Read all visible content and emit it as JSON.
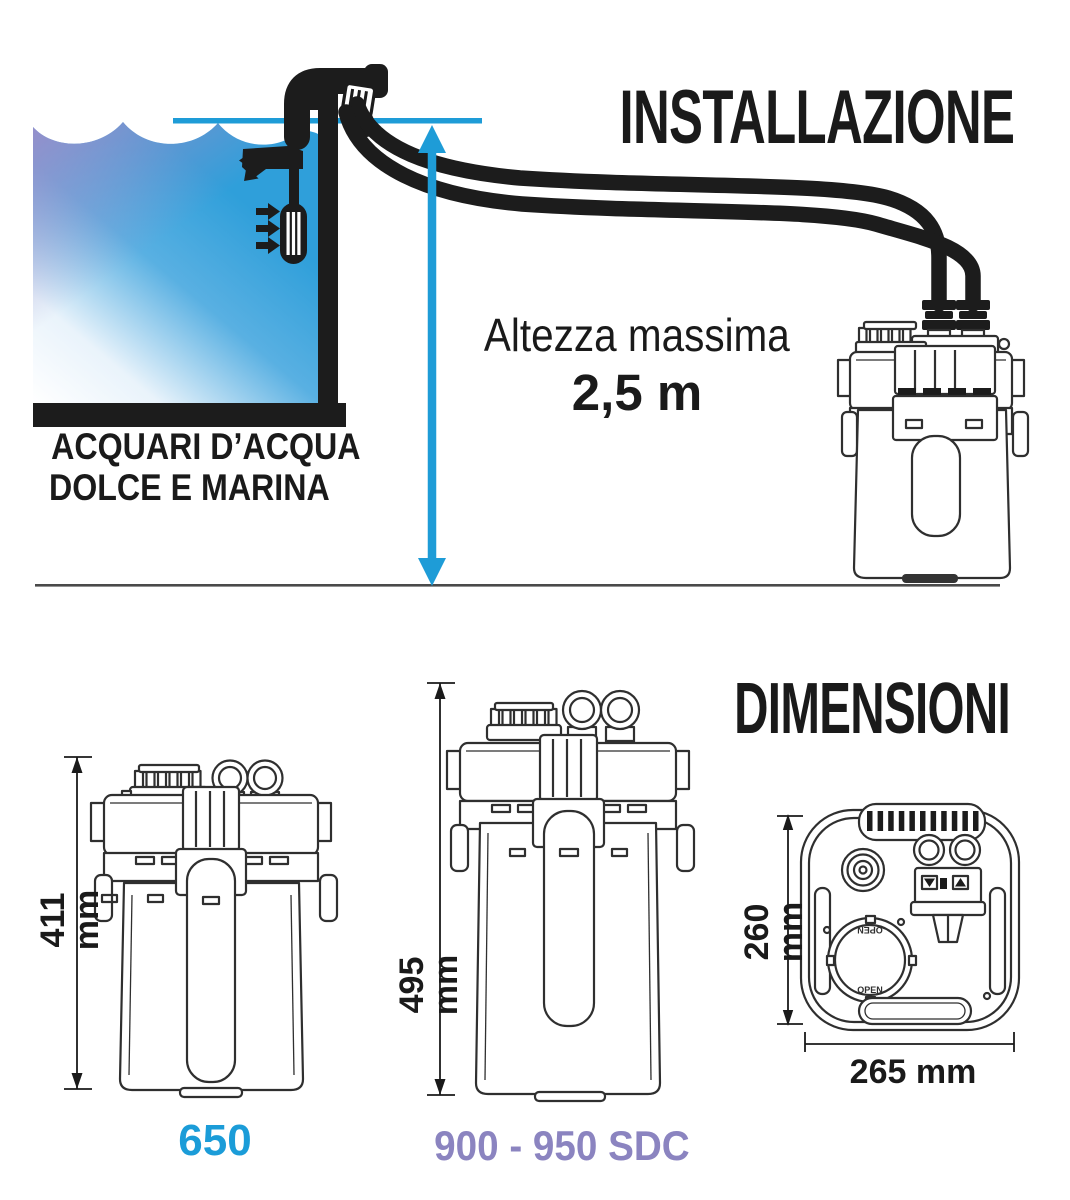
{
  "installation": {
    "title": "INSTALLAZIONE",
    "max_height_label": "Altezza massima",
    "max_height_value": "2,5 m",
    "aquarium_caption_line1": "ACQUARI D’ACQUA",
    "aquarium_caption_line2": "DOLCE E MARINA"
  },
  "dimensions": {
    "title": "DIMENSIONI",
    "front_views": [
      {
        "model": "650",
        "height_label": "411 mm"
      },
      {
        "model": "900 - 950 SDC",
        "height_label": "495 mm"
      }
    ],
    "top_view": {
      "height_label": "260 mm",
      "width_label": "265 mm",
      "lid_text": "OPEN"
    }
  },
  "colors": {
    "accent-blue": "#1e9cd7",
    "model-650-blue": "#1b9cd8",
    "model-900-purple": "#8b84c0",
    "ink-black": "#1a1a1a",
    "line-gray": "#2f2f2f",
    "water-blue": "#2f9fda",
    "water-purple": "#9a8dc9",
    "ground-gray": "#4a4a4a"
  }
}
